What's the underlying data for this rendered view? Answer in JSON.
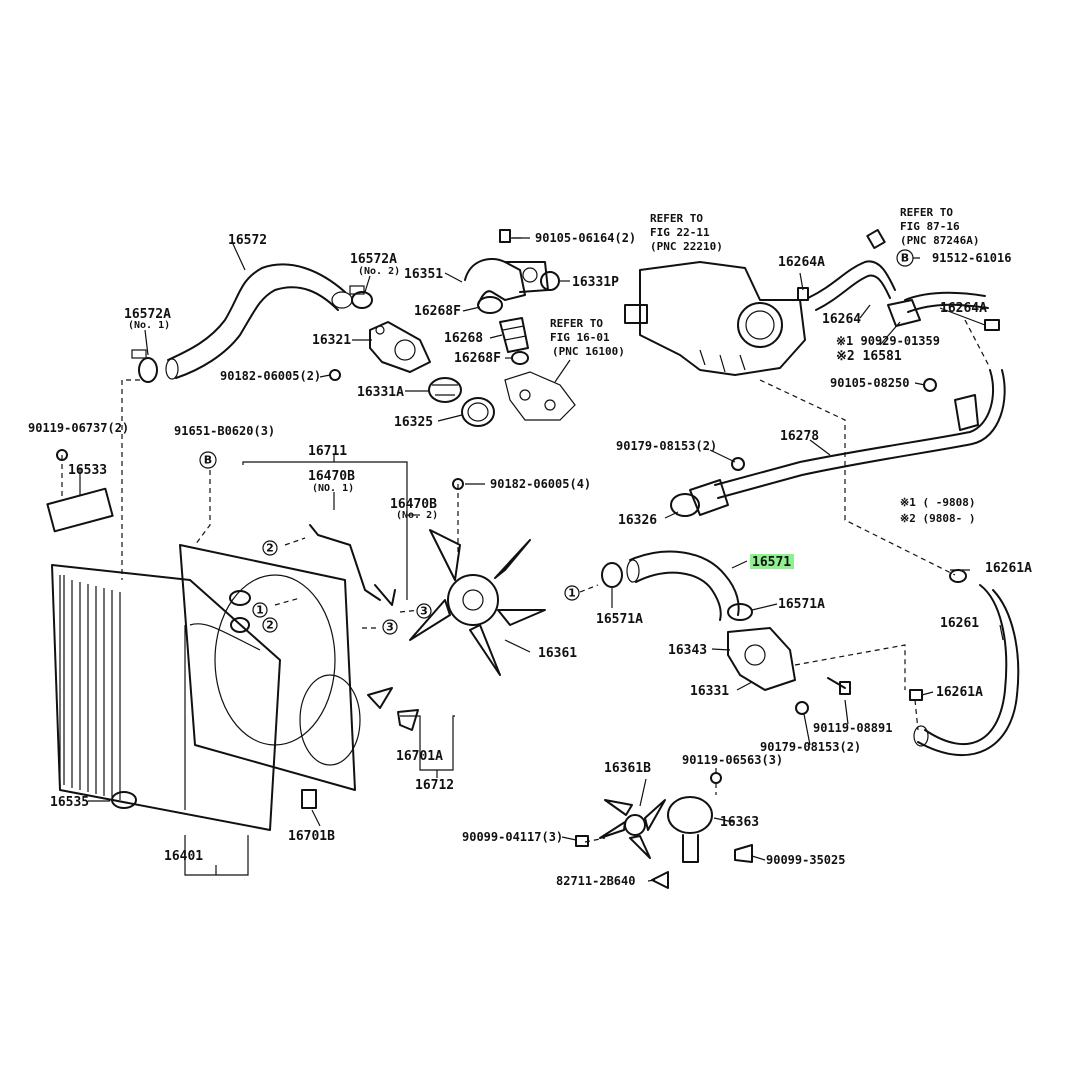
{
  "highlight_color": "#8ef08e",
  "labels": {
    "p16572": "16572",
    "p16572A_top": "16572A",
    "no2_small": "(No. 2)",
    "p16572A_left": "16572A",
    "no1_small": "(No. 1)",
    "p16321": "16321",
    "p90182_06005_2": "90182-06005(2)",
    "p16351": "16351",
    "p90105_06164": "90105-06164(2)",
    "p16331P": "16331P",
    "p16268F_top": "16268F",
    "p16268": "16268",
    "p16268F_bot": "16268F",
    "p16331A": "16331A",
    "p16325": "16325",
    "refer_16_l1": "REFER TO",
    "refer_16_l2": "FIG 16-01",
    "refer_16_l3": "(PNC 16100)",
    "refer_22_l1": "REFER TO",
    "refer_22_l2": "FIG 22-11",
    "refer_22_l3": "(PNC 22210)",
    "refer_87_l1": "REFER TO",
    "refer_87_l2": "FIG 87-16",
    "refer_87_l3": "(PNC 87246A)",
    "p16264A_top": "16264A",
    "p91512_61016": "91512-61016",
    "p16264": "16264",
    "p16264A_right": "16264A",
    "p90929_01359": "※1 90929-01359",
    "p16581": "※2 16581",
    "p90105_08250": "90105-08250",
    "p90119_06737": "90119-06737(2)",
    "p16533": "16533",
    "p91651_B0620": "91651-B0620(3)",
    "p16711": "16711",
    "p16470B_1": "16470B",
    "no1_b": "(NO. 1)",
    "p16470B_2": "16470B",
    "no2_b": "(No. 2)",
    "p90182_06005_4": "90182-06005(4)",
    "p90179_08153_top": "90179-08153(2)",
    "p16278": "16278",
    "p16326": "16326",
    "note1": "※1 (      -9808)",
    "note2": "※2 (9808-      )",
    "p16571": "16571",
    "p16571A_left": "16571A",
    "p16571A_right": "16571A",
    "p16261A_top": "16261A",
    "p16261": "16261",
    "p16343": "16343",
    "p16331": "16331",
    "p16361": "16361",
    "p16261A_bot": "16261A",
    "p90119_08891": "90119-08891",
    "p90179_08153_bot": "90179-08153(2)",
    "p16701A": "16701A",
    "p16712": "16712",
    "p16535": "16535",
    "p16701B": "16701B",
    "p16401": "16401",
    "p16361B": "16361B",
    "p90119_06563": "90119-06563(3)",
    "p16363": "16363",
    "p90099_04117": "90099-04117(3)",
    "p90099_35025": "90099-35025",
    "p82711_2B640": "82711-2B640",
    "circle_b": "B",
    "circle_1": "1",
    "circle_2": "2",
    "circle_3": "3"
  }
}
